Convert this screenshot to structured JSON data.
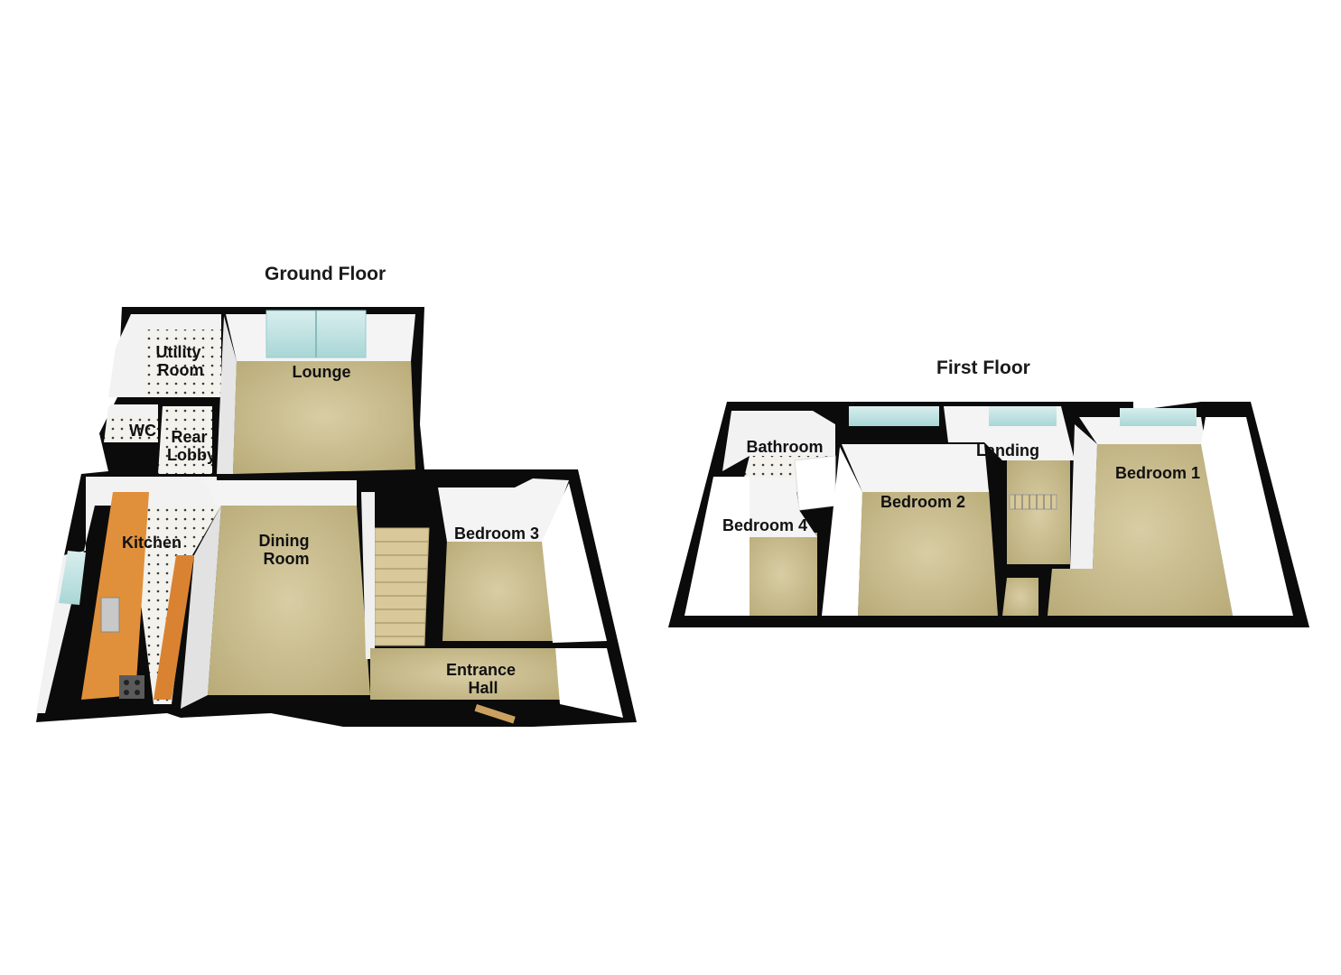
{
  "ground_floor": {
    "title": "Ground Floor",
    "rooms": {
      "utility_room": [
        "Utility",
        "Room"
      ],
      "lounge": [
        "Lounge"
      ],
      "wc": [
        "WC"
      ],
      "rear_lobby": [
        "Rear",
        "Lobby"
      ],
      "kitchen": [
        "Kitchen"
      ],
      "dining_room": [
        "Dining",
        "Room"
      ],
      "bedroom_3": [
        "Bedroom 3"
      ],
      "entrance_hall": [
        "Entrance",
        "Hall"
      ]
    }
  },
  "first_floor": {
    "title": "First Floor",
    "rooms": {
      "bathroom": [
        "Bathroom"
      ],
      "landing": [
        "Landing"
      ],
      "bedroom_1": [
        "Bedroom 1"
      ],
      "bedroom_2": [
        "Bedroom 2"
      ],
      "bedroom_4": [
        "Bedroom 4"
      ]
    }
  },
  "colors": {
    "wall_dark": "#0b0b0b",
    "wall_face": "#f2f2f2",
    "floor_carpet": "#cfc398",
    "floor_tile": "#f0efe8",
    "worktop": "#e0903a",
    "glass": "#bfe3e3"
  }
}
